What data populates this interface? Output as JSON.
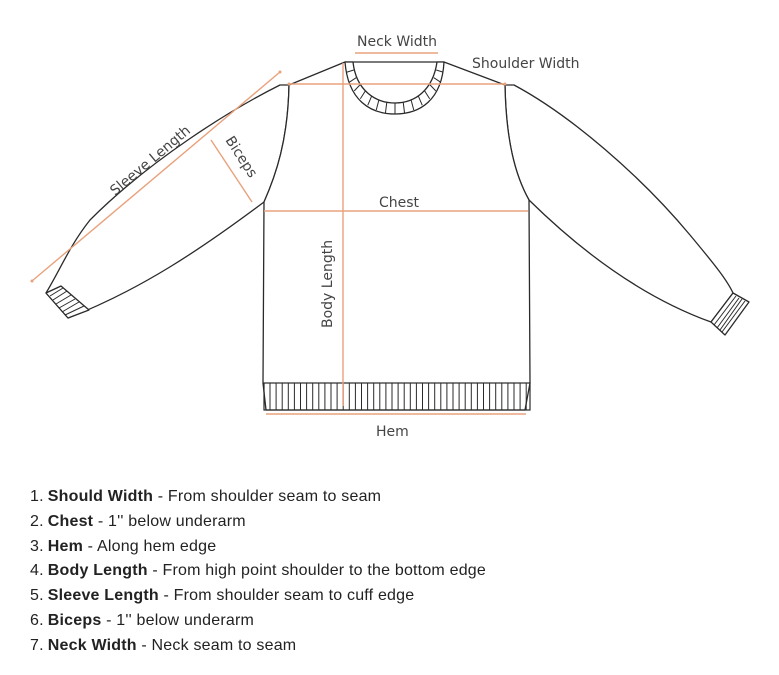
{
  "diagram": {
    "type": "sweater-measurement-guide",
    "colors": {
      "outline": "#2a2a2a",
      "measurement_line": "#e8a27c",
      "label_text": "#444444"
    },
    "labels": {
      "neck_width": "Neck Width",
      "shoulder_width": "Shoulder Width",
      "sleeve_length": "Sleeve Length",
      "biceps": "Biceps",
      "chest": "Chest",
      "body_length": "Body Length",
      "hem": "Hem"
    }
  },
  "legend": {
    "items": [
      {
        "number": "1.",
        "term": "Should Width",
        "description": " - From shoulder seam to seam"
      },
      {
        "number": "2.",
        "term": "Chest",
        "description": " - 1'' below underarm"
      },
      {
        "number": "3.",
        "term": "Hem",
        "description": " - Along hem edge"
      },
      {
        "number": "4.",
        "term": "Body Length",
        "description": " - From high point shoulder to the bottom edge"
      },
      {
        "number": "5.",
        "term": "Sleeve Length",
        "description": " - From shoulder seam to cuff edge"
      },
      {
        "number": "6.",
        "term": "Biceps",
        "description": " - 1'' below underarm"
      },
      {
        "number": "7.",
        "term": "Neck Width",
        "description": " - Neck seam to seam"
      }
    ]
  }
}
